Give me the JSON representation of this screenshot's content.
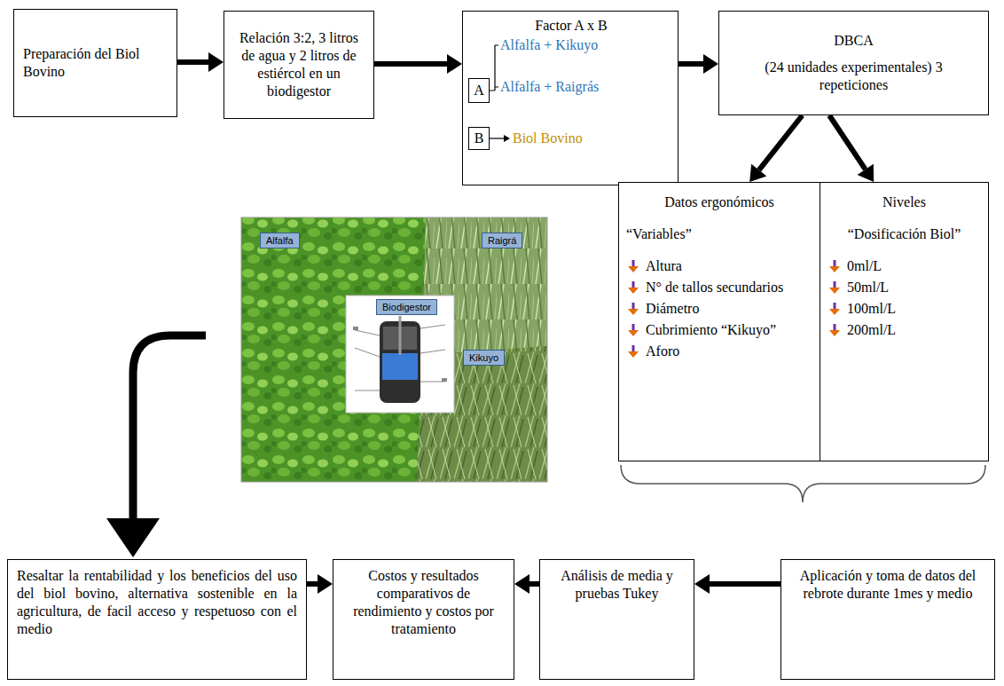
{
  "diagram": {
    "nodes": [
      {
        "text": [
          "Preparación del Biol Bovino"
        ]
      },
      {
        "text": [
          "Relación 3:2, 3 litros de agua y 2 litros de estiércol en un biodigestor"
        ]
      },
      {
        "text": [
          "Factor A x B",
          "Alfalfa + Kikuyo",
          "Alfalfa + Raigrás",
          "Biol Bovino"
        ]
      },
      {
        "text": [
          "A"
        ],
        "in": 2
      },
      {
        "text": [
          "B"
        ],
        "in": 2
      },
      {
        "text": [
          "DBCA",
          "(24 unidades experimentales) 3 repeticiones"
        ]
      },
      {
        "text": [
          "Datos ergonómicos",
          "“Variables”",
          "Altura",
          "N° de tallos secundarios",
          "Diámetro",
          "Cubrimiento “Kikuyo”",
          "Aforo"
        ]
      },
      {
        "text": [
          "Niveles",
          "“Dosificación Biol”",
          "0ml/L",
          "50ml/L",
          "100ml/L",
          "200ml/L"
        ]
      },
      {
        "text": [
          "Resaltar la rentabilidad y los beneficios del uso del biol bovino, alternativa sostenible en la agricultura, de facil acceso y respetuoso con el medio"
        ]
      },
      {
        "text": [
          "Costos y resultados comparativos de rendimiento y costos por tratamiento"
        ]
      },
      {
        "text": [
          "Análisis de media y pruebas Tukey"
        ]
      },
      {
        "text": [
          "Aplicación y toma de datos del rebrote durante 1mes y medio"
        ]
      }
    ],
    "edges": [
      {
        "from": 0,
        "to": 1,
        "arrow": "to"
      },
      {
        "from": 1,
        "to": 2,
        "arrow": "to"
      },
      {
        "from": 2,
        "to": 5,
        "arrow": "to"
      },
      {
        "from": 5,
        "to": 6,
        "arrow": "to"
      },
      {
        "from": 5,
        "to": 7,
        "arrow": "to"
      },
      {
        "from": 8,
        "to": 9,
        "arrow": "to"
      },
      {
        "from": 10,
        "to": 9,
        "arrow": "to"
      },
      {
        "from": 11,
        "to": 10,
        "arrow": "to"
      }
    ],
    "labels": [
      "Alfalfa",
      "Raigrá",
      "Kikuyo",
      "Biodigestor"
    ]
  }
}
